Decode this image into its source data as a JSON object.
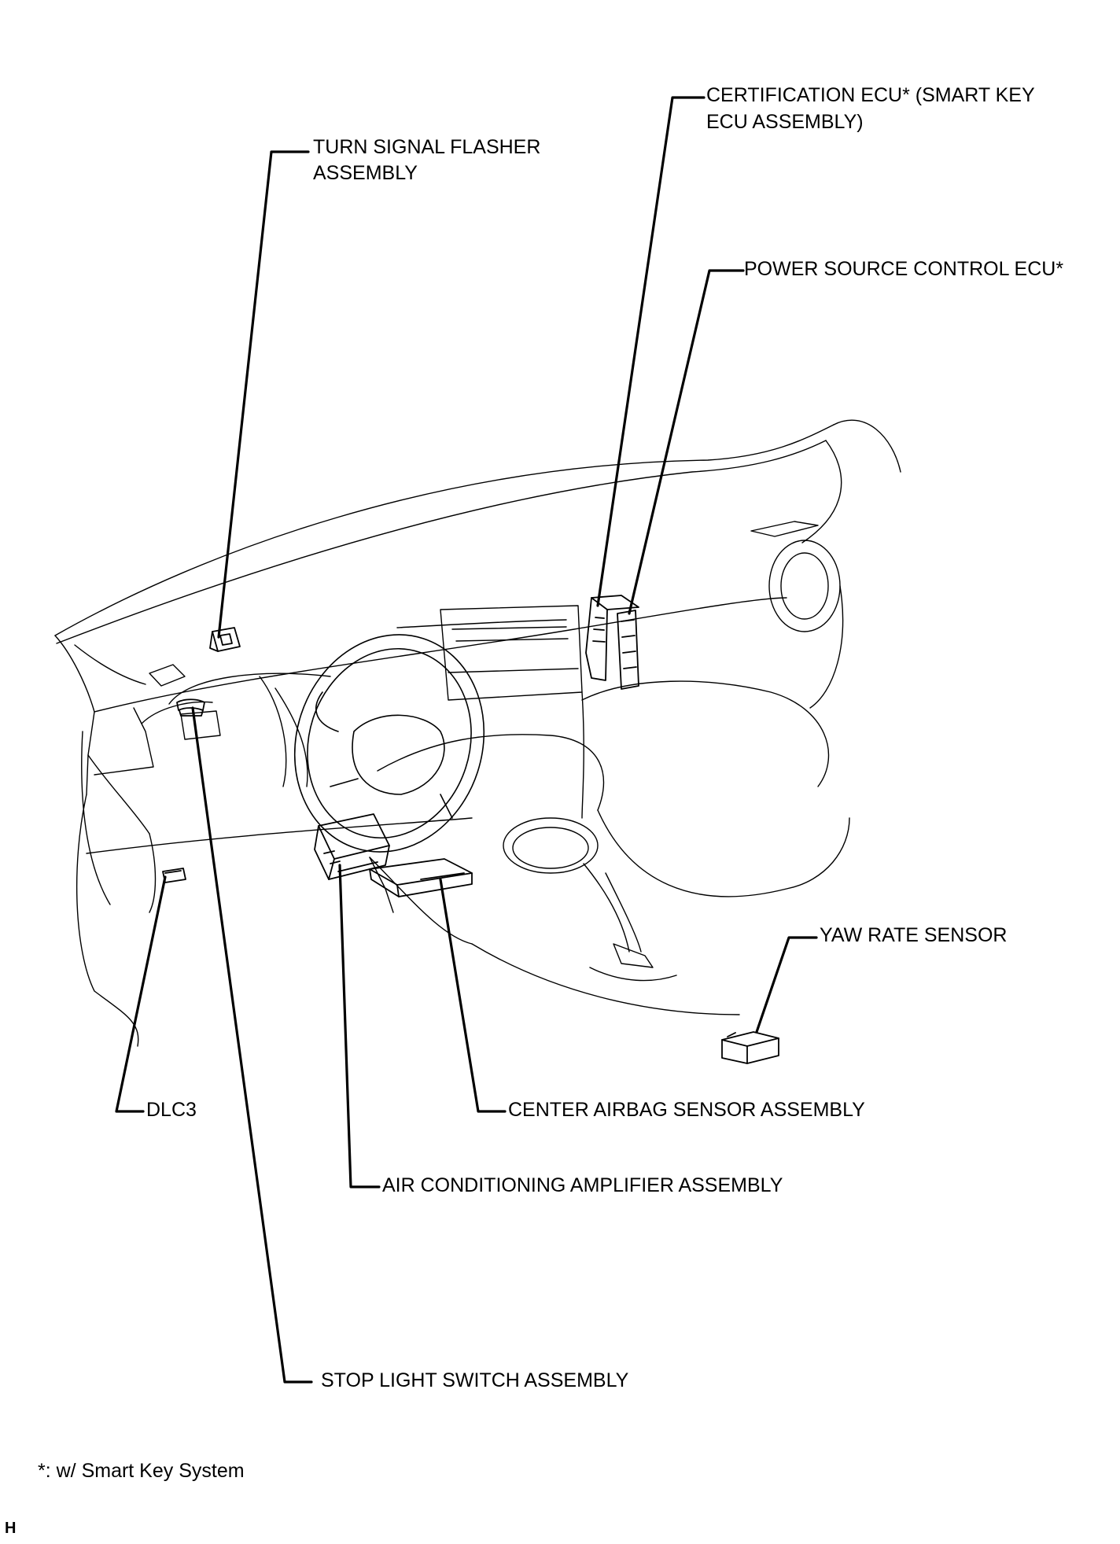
{
  "labels": {
    "turn_signal_1": "TURN SIGNAL FLASHER",
    "turn_signal_2": "ASSEMBLY",
    "cert_ecu_1": "CERTIFICATION ECU* (SMART KEY",
    "cert_ecu_2": "ECU ASSEMBLY)",
    "power_source": "POWER SOURCE CONTROL ECU*",
    "yaw_rate": "YAW RATE SENSOR",
    "dlc3": "DLC3",
    "center_airbag": "CENTER AIRBAG SENSOR ASSEMBLY",
    "air_conditioning": "AIR CONDITIONING AMPLIFIER ASSEMBLY",
    "stop_light": "STOP LIGHT SWITCH ASSEMBLY"
  },
  "footnote": "*: w/ Smart Key System",
  "corner_mark": "H",
  "colors": {
    "line": "#000000",
    "background": "#ffffff"
  }
}
